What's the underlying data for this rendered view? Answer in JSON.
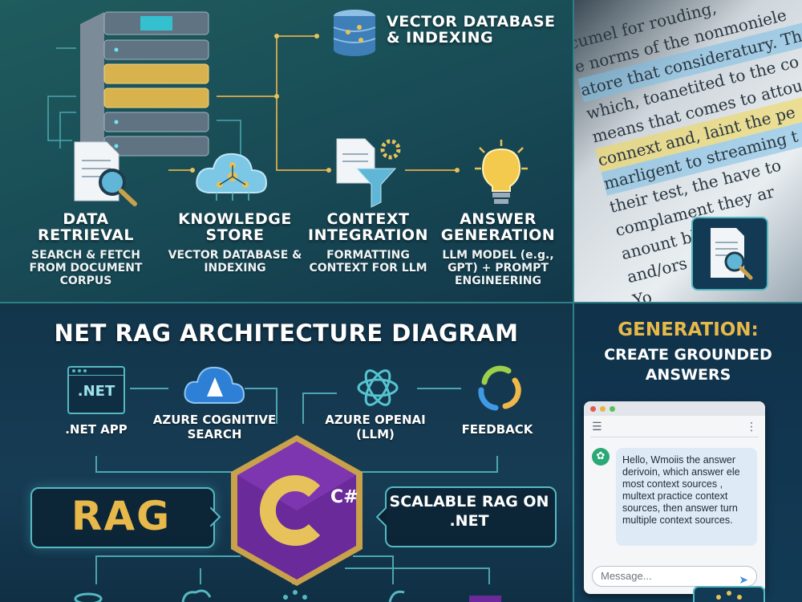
{
  "top": {
    "vector_db_label": "VECTOR DATABASE & INDEXING",
    "stages": [
      {
        "title": "DATA RETRIEVAL",
        "desc": "SEARCH & FETCH FROM DOCUMENT CORPUS"
      },
      {
        "title": "KNOWLEDGE STORE",
        "desc": "VECTOR DATABASE & INDEXING"
      },
      {
        "title": "CONTEXT INTEGRATION",
        "desc": "FORMATTING CONTEXT FOR LLM"
      },
      {
        "title": "ANSWER GENERATION",
        "desc": "LLM MODEL (e.g., GPT) + PROMPT ENGINEERING"
      }
    ]
  },
  "photo": {
    "lines": [
      "cumel for rouding,",
      "e norms of the nonmoniele",
      "atore that consideratury. The",
      "which, toanetited to the co",
      "means that comes to attour",
      "connext and, laint the pe",
      "marligent to streaming t",
      "their test, the have to",
      "complament they ar",
      "anount blending",
      "and/ors compret",
      "Yo"
    ]
  },
  "bottom": {
    "title": "NET RAG ARCHITECTURE DIAGRAM",
    "services": [
      {
        "label": ".NET APP",
        "icon_text": ".NET"
      },
      {
        "label": "AZURE COGNITIVE SEARCH"
      },
      {
        "label": "AZURE OPENAI (LLM)"
      },
      {
        "label": "FEEDBACK"
      }
    ],
    "rag_label": "RAG",
    "center_logo_text": "C#",
    "scalable_label": "SCALABLE RAG ON .NET"
  },
  "generation": {
    "title": "GENERATION:",
    "subtitle": "CREATE GROUNDED ANSWERS",
    "chat_message": "Hello, Wmoiis the answer derivoin, which answer ele most context sources , multext practice context sources, then answer turn multiple context sources.",
    "chat_placeholder": "Message..."
  },
  "colors": {
    "accent_gold": "#e7b84a",
    "line_teal": "#56b9c2",
    "csharp_purple": "#6a2a9a"
  }
}
